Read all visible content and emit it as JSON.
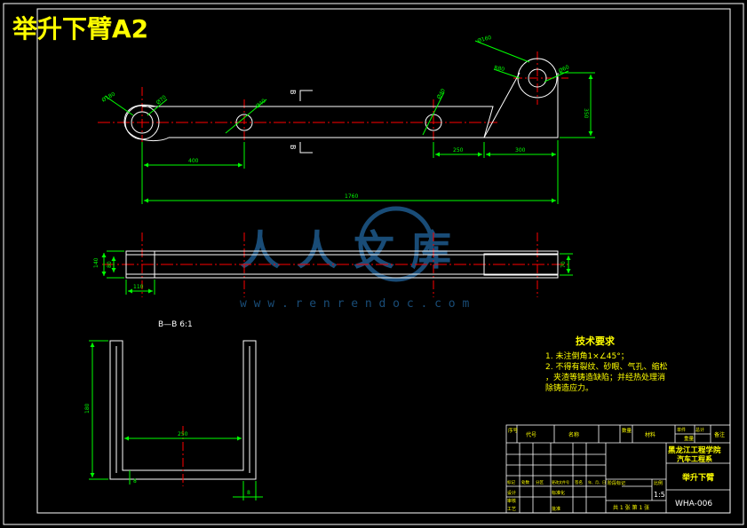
{
  "title": "举升下臂A2",
  "colors": {
    "background": "#000000",
    "outline": "#ffffff",
    "dimension": "#00ff00",
    "centerline": "#ff0000",
    "title_text": "#ffff00",
    "watermark": "#1e5a8c"
  },
  "view_top": {
    "dims": {
      "outer_circle_left": "Ø180",
      "hole_left": "Ø70",
      "hole_mid": "Ø40",
      "hole_right": "Ø40",
      "boss_outer": "Ø160",
      "boss_r": "R80",
      "boss_hole": "Ø60",
      "height_right": "350",
      "span_400": "400",
      "span_250": "250",
      "span_300": "300",
      "overall": "1760"
    },
    "section_mark": "B"
  },
  "view_front": {
    "dims": {
      "left_outer": "140",
      "left_inner": "80",
      "left_len": "110",
      "right_inner": "70",
      "right_outer": "70"
    }
  },
  "section_view": {
    "label": "B—B  6:1",
    "dims": {
      "height": "180",
      "width": "250",
      "bottom_thick": "8",
      "wall": "8"
    }
  },
  "watermark": {
    "text": "人人文库",
    "url": "w w w . r e n r e n d o c . c o m"
  },
  "tech_req": {
    "heading": "技术要求",
    "lines": [
      "1. 未注倒角1×∠45°；",
      "2. 不得有裂纹、砂眼、气孔、缩松",
      "，夹渣等铸造缺陷；并经热处理消",
      "除铸造应力。"
    ]
  },
  "title_block": {
    "header": [
      "序号",
      "代号",
      "名称",
      "数量",
      "材料"
    ],
    "weight_hdr": [
      "单件",
      "总计"
    ],
    "weight_sub": "重量",
    "remark": "备注",
    "school": "黑龙江工程学院",
    "dept": "汽车工程系",
    "part_name": "举升下臂",
    "scale": "1:5",
    "drawing_no": "WHA-006",
    "sheets": "共 1 张  第 1 张",
    "mark_cols": [
      "标记",
      "处数",
      "分区",
      "更改文件号",
      "签名",
      "年、月、日"
    ],
    "roles": [
      "设计",
      "审核",
      "工艺"
    ],
    "std": "标准化",
    "approve": "批准",
    "stage": "阶段标记",
    "weight": "重量",
    "ratio": "比例"
  }
}
